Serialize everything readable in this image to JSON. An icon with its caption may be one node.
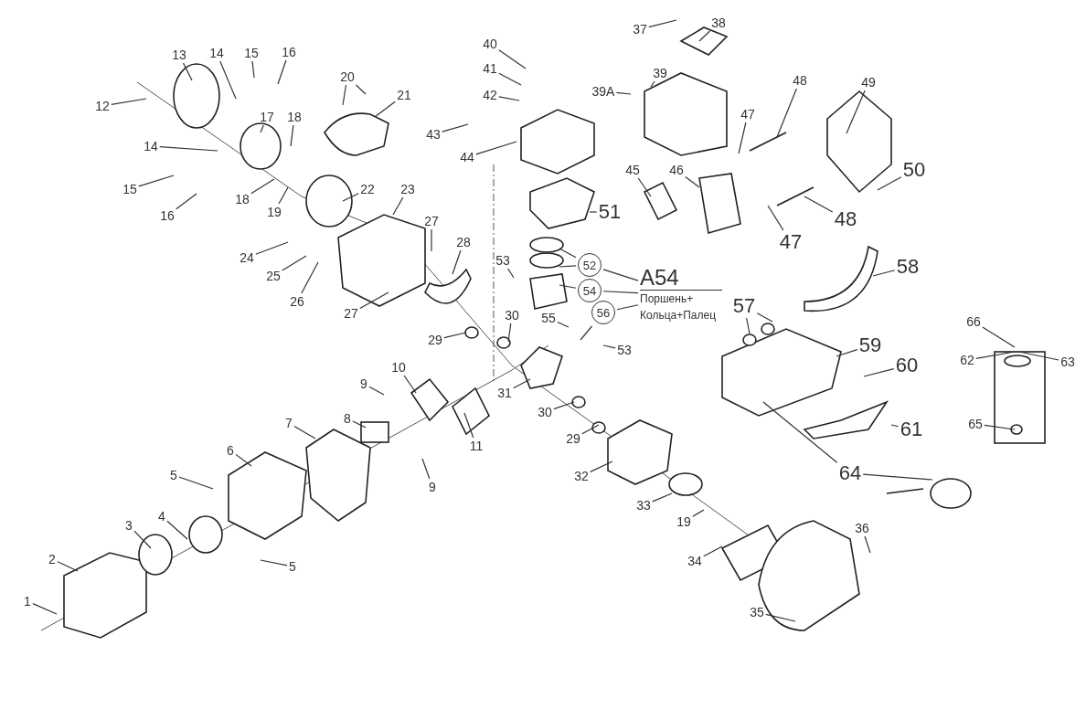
{
  "diagram": {
    "nodes": [
      {
        "text": [
          "1"
        ]
      },
      {
        "text": [
          "2"
        ]
      },
      {
        "text": [
          "3"
        ]
      },
      {
        "text": [
          "4"
        ]
      },
      {
        "text": [
          "5"
        ]
      },
      {
        "text": [
          "6"
        ]
      },
      {
        "text": [
          "5"
        ]
      },
      {
        "text": [
          "7"
        ]
      },
      {
        "text": [
          "8"
        ]
      },
      {
        "text": [
          "9"
        ]
      },
      {
        "text": [
          "9"
        ]
      },
      {
        "text": [
          "10"
        ]
      },
      {
        "text": [
          "11"
        ]
      },
      {
        "text": [
          "12"
        ]
      },
      {
        "text": [
          "13"
        ]
      },
      {
        "text": [
          "14"
        ]
      },
      {
        "text": [
          "15"
        ]
      },
      {
        "text": [
          "16"
        ]
      },
      {
        "text": [
          "14"
        ]
      },
      {
        "text": [
          "17"
        ]
      },
      {
        "text": [
          "18"
        ]
      },
      {
        "text": [
          "15"
        ]
      },
      {
        "text": [
          "16"
        ]
      },
      {
        "text": [
          "18"
        ]
      },
      {
        "text": [
          "19"
        ]
      },
      {
        "text": [
          "20"
        ]
      },
      {
        "text": [
          "21"
        ]
      },
      {
        "text": [
          "22"
        ]
      },
      {
        "text": [
          "23"
        ]
      },
      {
        "text": [
          "24"
        ]
      },
      {
        "text": [
          "25"
        ]
      },
      {
        "text": [
          "26"
        ]
      },
      {
        "text": [
          "27"
        ]
      },
      {
        "text": [
          "27"
        ]
      },
      {
        "text": [
          "28"
        ]
      },
      {
        "text": [
          "29"
        ]
      },
      {
        "text": [
          "30"
        ]
      },
      {
        "text": [
          "31"
        ]
      },
      {
        "text": [
          "30"
        ]
      },
      {
        "text": [
          "29"
        ]
      },
      {
        "text": [
          "32"
        ]
      },
      {
        "text": [
          "33"
        ]
      },
      {
        "text": [
          "19"
        ]
      },
      {
        "text": [
          "34"
        ]
      },
      {
        "text": [
          "35"
        ]
      },
      {
        "text": [
          "36"
        ]
      },
      {
        "text": [
          "37"
        ]
      },
      {
        "text": [
          "38"
        ]
      },
      {
        "text": [
          "39"
        ]
      },
      {
        "text": [
          "39A"
        ]
      },
      {
        "text": [
          "40"
        ]
      },
      {
        "text": [
          "41"
        ]
      },
      {
        "text": [
          "42"
        ]
      },
      {
        "text": [
          "43"
        ]
      },
      {
        "text": [
          "44"
        ]
      },
      {
        "text": [
          "45"
        ]
      },
      {
        "text": [
          "46"
        ]
      },
      {
        "text": [
          "47"
        ]
      },
      {
        "text": [
          "48"
        ]
      },
      {
        "text": [
          "49"
        ]
      },
      {
        "text": [
          "50"
        ]
      },
      {
        "text": [
          "48"
        ]
      },
      {
        "text": [
          "47"
        ]
      },
      {
        "text": [
          "51"
        ]
      },
      {
        "text": [
          "53"
        ]
      },
      {
        "text": [
          "52"
        ]
      },
      {
        "text": [
          "54"
        ]
      },
      {
        "text": [
          "56"
        ]
      },
      {
        "text": [
          "A54",
          "Поршень+ Кольца+Палец"
        ]
      },
      {
        "text": [
          "55"
        ]
      },
      {
        "text": [
          "53"
        ]
      },
      {
        "text": [
          "57"
        ]
      },
      {
        "text": [
          "58"
        ]
      },
      {
        "text": [
          "59"
        ]
      },
      {
        "text": [
          "60"
        ]
      },
      {
        "text": [
          "61"
        ]
      },
      {
        "text": [
          "66"
        ]
      },
      {
        "text": [
          "62"
        ]
      },
      {
        "text": [
          "63"
        ]
      },
      {
        "text": [
          "65"
        ]
      },
      {
        "text": [
          "64"
        ]
      }
    ],
    "edges": [
      {
        "from": 0,
        "to": null,
        "arrow": "none"
      },
      {
        "from": 1,
        "to": null,
        "arrow": "none"
      },
      {
        "from": 2,
        "to": null,
        "arrow": "none"
      },
      {
        "from": 3,
        "to": null,
        "arrow": "none"
      },
      {
        "from": 4,
        "to": null,
        "arrow": "none"
      },
      {
        "from": 5,
        "to": null,
        "arrow": "none"
      },
      {
        "from": 6,
        "to": null,
        "arrow": "none"
      },
      {
        "from": 7,
        "to": null,
        "arrow": "none"
      },
      {
        "from": 8,
        "to": null,
        "arrow": "none"
      },
      {
        "from": 9,
        "to": null,
        "arrow": "none"
      },
      {
        "from": 10,
        "to": null,
        "arrow": "none"
      },
      {
        "from": 11,
        "to": null,
        "arrow": "none"
      },
      {
        "from": 12,
        "to": null,
        "arrow": "none"
      },
      {
        "from": 13,
        "to": null,
        "arrow": "none"
      },
      {
        "from": 14,
        "to": null,
        "arrow": "none"
      },
      {
        "from": 15,
        "to": null,
        "arrow": "none"
      },
      {
        "from": 16,
        "to": null,
        "arrow": "none"
      },
      {
        "from": 17,
        "to": null,
        "arrow": "none"
      },
      {
        "from": 18,
        "to": null,
        "arrow": "none"
      },
      {
        "from": 19,
        "to": null,
        "arrow": "none"
      },
      {
        "from": 20,
        "to": null,
        "arrow": "none"
      },
      {
        "from": 21,
        "to": null,
        "arrow": "none"
      },
      {
        "from": 22,
        "to": null,
        "arrow": "none"
      },
      {
        "from": 23,
        "to": null,
        "arrow": "none"
      },
      {
        "from": 24,
        "to": null,
        "arrow": "none"
      },
      {
        "from": 25,
        "to": null,
        "arrow": "none"
      },
      {
        "from": 25,
        "to": null,
        "arrow": "none"
      },
      {
        "from": 26,
        "to": null,
        "arrow": "none"
      },
      {
        "from": 27,
        "to": null,
        "arrow": "none"
      },
      {
        "from": 28,
        "to": null,
        "arrow": "none"
      },
      {
        "from": 29,
        "to": null,
        "arrow": "none"
      },
      {
        "from": 30,
        "to": null,
        "arrow": "none"
      },
      {
        "from": 31,
        "to": null,
        "arrow": "none"
      },
      {
        "from": 32,
        "to": null,
        "arrow": "none"
      },
      {
        "from": 33,
        "to": null,
        "arrow": "none"
      },
      {
        "from": 34,
        "to": null,
        "arrow": "none"
      },
      {
        "from": 35,
        "to": null,
        "arrow": "none"
      },
      {
        "from": 36,
        "to": null,
        "arrow": "none"
      },
      {
        "from": 37,
        "to": null,
        "arrow": "none"
      },
      {
        "from": 38,
        "to": null,
        "arrow": "none"
      },
      {
        "from": 39,
        "to": null,
        "arrow": "none"
      },
      {
        "from": 40,
        "to": null,
        "arrow": "none"
      },
      {
        "from": 41,
        "to": null,
        "arrow": "none"
      },
      {
        "from": 42,
        "to": null,
        "arrow": "none"
      },
      {
        "from": 43,
        "to": null,
        "arrow": "none"
      },
      {
        "from": 44,
        "to": null,
        "arrow": "none"
      },
      {
        "from": 45,
        "to": null,
        "arrow": "none"
      },
      {
        "from": 46,
        "to": null,
        "arrow": "none"
      },
      {
        "from": 47,
        "to": null,
        "arrow": "none"
      },
      {
        "from": 48,
        "to": null,
        "arrow": "none"
      },
      {
        "from": 49,
        "to": null,
        "arrow": "none"
      },
      {
        "from": 50,
        "to": null,
        "arrow": "none"
      },
      {
        "from": 51,
        "to": null,
        "arrow": "none"
      },
      {
        "from": 52,
        "to": null,
        "arrow": "none"
      },
      {
        "from": 53,
        "to": null,
        "arrow": "none"
      },
      {
        "from": 54,
        "to": null,
        "arrow": "none"
      },
      {
        "from": 55,
        "to": null,
        "arrow": "none"
      },
      {
        "from": 56,
        "to": null,
        "arrow": "none"
      },
      {
        "from": 57,
        "to": null,
        "arrow": "none"
      },
      {
        "from": 58,
        "to": null,
        "arrow": "none"
      },
      {
        "from": 59,
        "to": null,
        "arrow": "none"
      },
      {
        "from": 60,
        "to": null,
        "arrow": "none"
      },
      {
        "from": 61,
        "to": null,
        "arrow": "none"
      },
      {
        "from": 62,
        "to": null,
        "arrow": "none"
      },
      {
        "from": 63,
        "to": null,
        "arrow": "none"
      },
      {
        "from": 64,
        "to": null,
        "arrow": "none"
      },
      {
        "from": 65,
        "to": null,
        "arrow": "none"
      },
      {
        "from": 65,
        "to": null,
        "arrow": "none"
      },
      {
        "from": 66,
        "to": null,
        "arrow": "none"
      },
      {
        "from": 67,
        "to": null,
        "arrow": "none"
      },
      {
        "from": 68,
        "to": 65,
        "arrow": "none"
      },
      {
        "from": 68,
        "to": 66,
        "arrow": "none"
      },
      {
        "from": 68,
        "to": 67,
        "arrow": "none"
      },
      {
        "from": 69,
        "to": null,
        "arrow": "none"
      },
      {
        "from": 70,
        "to": null,
        "arrow": "none"
      },
      {
        "from": 71,
        "to": null,
        "arrow": "none"
      },
      {
        "from": 71,
        "to": null,
        "arrow": "none"
      },
      {
        "from": 72,
        "to": null,
        "arrow": "none"
      },
      {
        "from": 73,
        "to": null,
        "arrow": "none"
      },
      {
        "from": 74,
        "to": null,
        "arrow": "none"
      },
      {
        "from": 75,
        "to": null,
        "arrow": "none"
      },
      {
        "from": 76,
        "to": null,
        "arrow": "none"
      },
      {
        "from": 77,
        "to": null,
        "arrow": "none"
      },
      {
        "from": 78,
        "to": null,
        "arrow": "none"
      },
      {
        "from": 79,
        "to": null,
        "arrow": "none"
      },
      {
        "from": 80,
        "to": null,
        "arrow": "none"
      },
      {
        "from": 80,
        "to": null,
        "arrow": "none"
      }
    ]
  }
}
